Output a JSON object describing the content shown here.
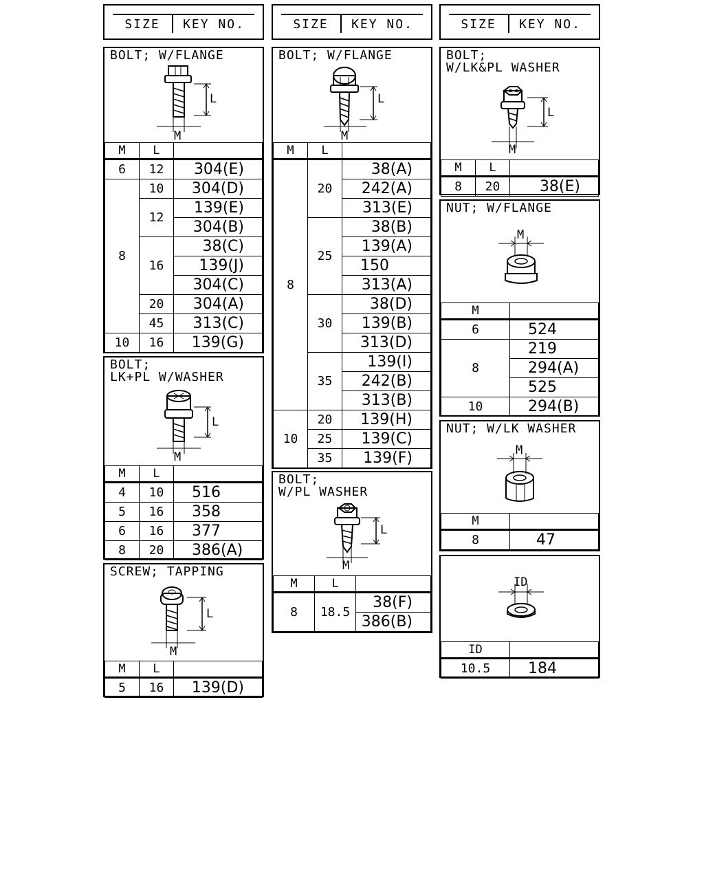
{
  "header": {
    "size_label": "SIZE",
    "key_label": "KEY NO."
  },
  "col_m": "M",
  "col_l": "L",
  "col_id": "ID",
  "dim_l": "L",
  "dim_m": "M",
  "dim_id": "ID",
  "bolt_flange_a": {
    "title": "BOLT; W/FLANGE",
    "rows": [
      {
        "m": "6",
        "l": "12",
        "key": "304(E)"
      },
      {
        "m": "8",
        "l": "10",
        "key": "304(D)"
      },
      {
        "l": "12",
        "key": "139(E)"
      },
      {
        "key": "304(B)"
      },
      {
        "l": "16",
        "key": "38(C)"
      },
      {
        "key": "139(J)"
      },
      {
        "key": "304(C)"
      },
      {
        "l": "20",
        "key": "304(A)"
      },
      {
        "l": "45",
        "key": "313(C)"
      },
      {
        "m": "10",
        "l": "16",
        "key": "139(G)"
      }
    ]
  },
  "bolt_lkpl": {
    "title": "BOLT;\nLK+PL W/WASHER",
    "rows": [
      {
        "m": "4",
        "l": "10",
        "key": "516"
      },
      {
        "m": "5",
        "l": "16",
        "key": "358"
      },
      {
        "m": "6",
        "l": "16",
        "key": "377"
      },
      {
        "m": "8",
        "l": "20",
        "key": "386(A)"
      }
    ]
  },
  "screw_tapping": {
    "title": "SCREW; TAPPING",
    "rows": [
      {
        "m": "5",
        "l": "16",
        "key": "139(D)"
      }
    ]
  },
  "bolt_flange_b": {
    "title": "BOLT; W/FLANGE",
    "m8": "8",
    "m10": "10",
    "groups": [
      {
        "l": "20",
        "keys": [
          "38(A)",
          "242(A)",
          "313(E)"
        ]
      },
      {
        "l": "25",
        "keys": [
          "38(B)",
          "139(A)",
          "150",
          "313(A)"
        ]
      },
      {
        "l": "30",
        "keys": [
          "38(D)",
          "139(B)",
          "313(D)"
        ]
      },
      {
        "l": "35",
        "keys": [
          "139(I)",
          "242(B)",
          "313(B)"
        ]
      }
    ],
    "m10_rows": [
      {
        "l": "20",
        "key": "139(H)"
      },
      {
        "l": "25",
        "key": "139(C)"
      },
      {
        "l": "35",
        "key": "139(F)"
      }
    ]
  },
  "bolt_plwasher": {
    "title": "BOLT;\nW/PL WASHER",
    "m": "8",
    "l": "18.5",
    "keys": [
      "38(F)",
      "386(B)"
    ]
  },
  "bolt_lkpl_washer": {
    "title": "BOLT;\nW/LK&PL WASHER",
    "rows": [
      {
        "m": "8",
        "l": "20",
        "key": "38(E)"
      }
    ]
  },
  "nut_flange": {
    "title": "NUT; W/FLANGE",
    "m6": "6",
    "k6": "524",
    "m8": "8",
    "k8": [
      "219",
      "294(A)",
      "525"
    ],
    "m10": "10",
    "k10": "294(B)"
  },
  "nut_lk": {
    "title": "NUT; W/LK WASHER",
    "m": "8",
    "key": "47"
  },
  "washer": {
    "id": "10.5",
    "key": "184"
  }
}
